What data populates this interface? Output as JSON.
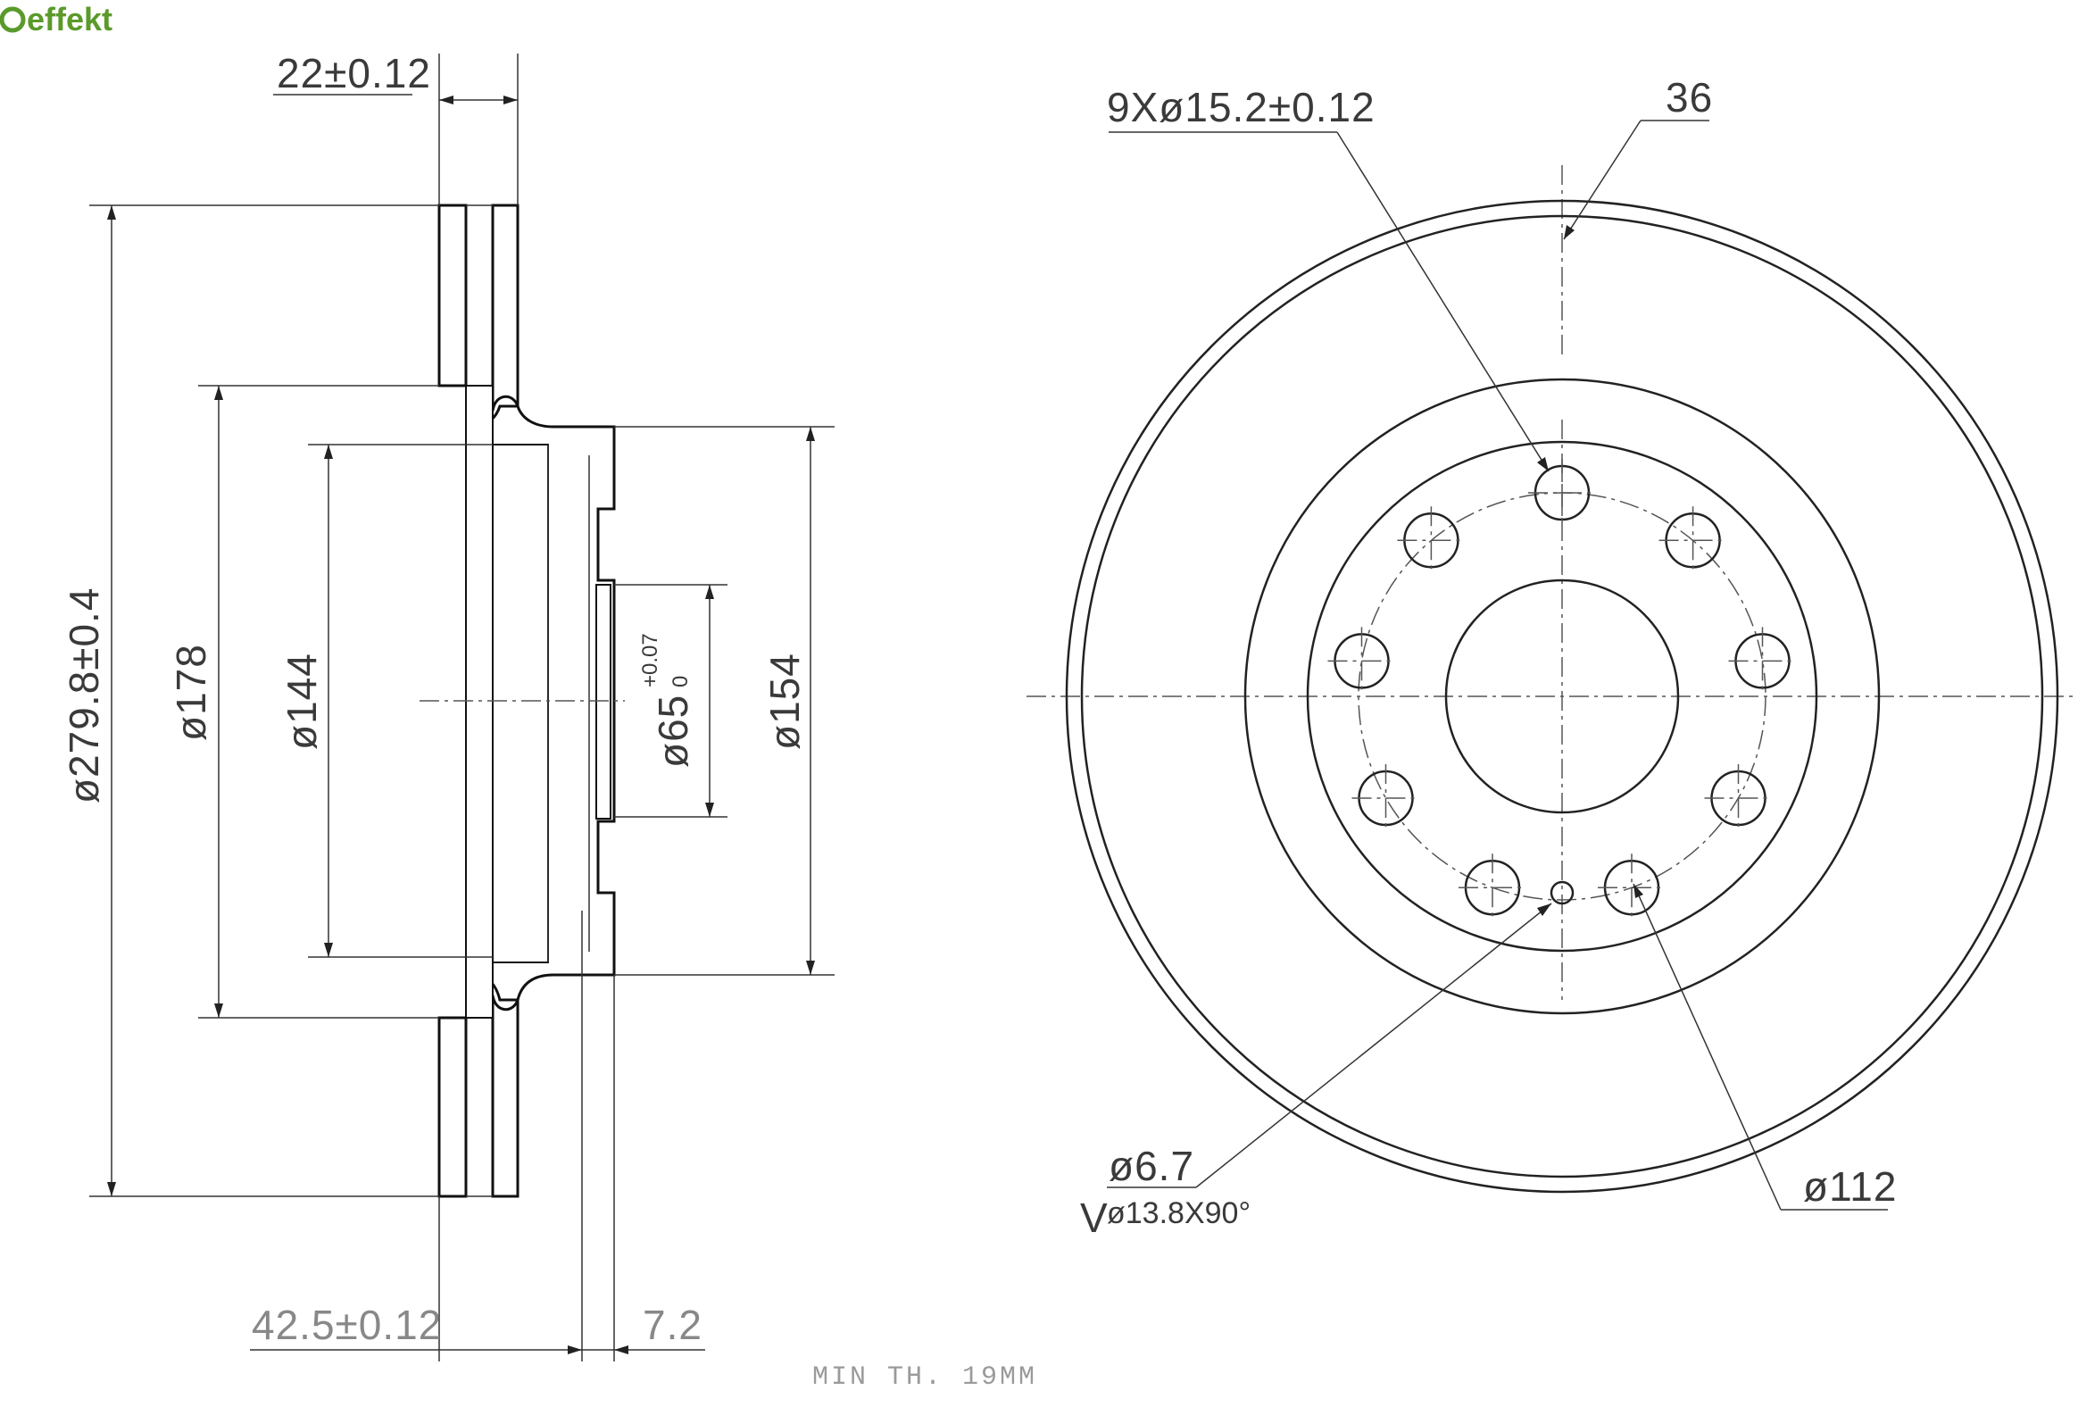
{
  "brand": {
    "name": "effekt",
    "color": "#5a9a2a"
  },
  "side_view": {
    "thickness": "22±0.12",
    "outer_diameter": "ø279.8±0.4",
    "diameter_178": "ø178",
    "diameter_144": "ø144",
    "diameter_65": "ø65",
    "tolerance_65_upper": "+0.07",
    "tolerance_65_lower": "0",
    "diameter_154": "ø154",
    "height": "42.5±0.12",
    "hub_thickness": "7.2"
  },
  "front_view": {
    "bolt_holes": "9Xø15.2±0.12",
    "angle": "36",
    "small_hole": "ø6.7",
    "countersink_symbol": "V",
    "countersink": "ø13.8X90°",
    "pitch_circle": "ø112"
  },
  "note": "MIN TH. 19MM"
}
